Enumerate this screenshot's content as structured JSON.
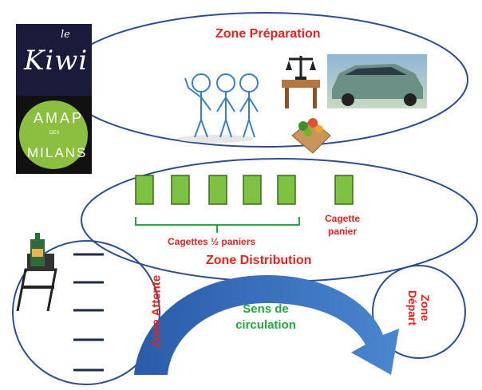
{
  "logos": {
    "kiwi_small": "le",
    "kiwi_name": "Kiwi",
    "amap_line1": "AMAP",
    "amap_line2": "DES",
    "amap_line3": "MILANS"
  },
  "zones": {
    "preparation": "Zone Préparation",
    "distribution": "Zone Distribution",
    "attente": "Zone Attente",
    "depart_line1": "Zone",
    "depart_line2": "Départ"
  },
  "labels": {
    "cagettes_demi": "Cagettes ½ paniers",
    "cagette_panier_line1": "Cagette",
    "cagette_panier_line2": "panier",
    "sens_line1": "Sens de",
    "sens_line2": "circulation"
  },
  "colors": {
    "ellipse_stroke": "#2e4d8e",
    "red": "#e32420",
    "green": "#27a642",
    "box_fill": "#7dc242",
    "arrow": "#2e65b5"
  },
  "icons": [
    "people-icon",
    "scale-icon",
    "car-icon",
    "vegetable-crate-icon",
    "chair-bottle-icon"
  ]
}
